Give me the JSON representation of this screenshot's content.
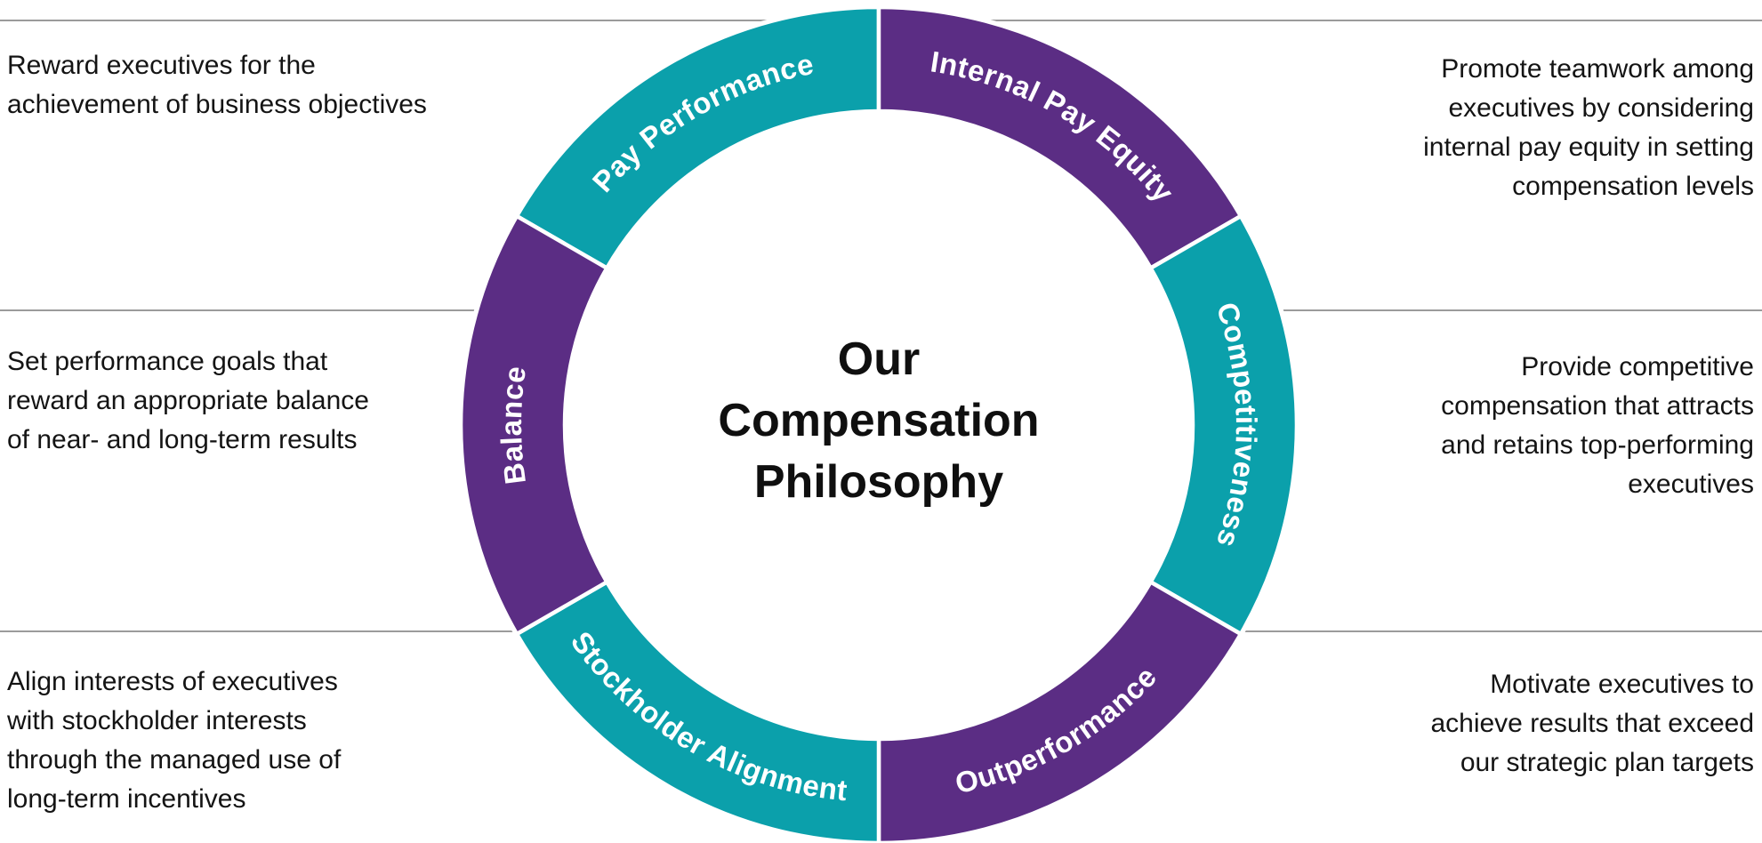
{
  "diagram": {
    "title": "Our\nCompensation\nPhilosophy",
    "colors": {
      "teal": "#0ba0ab",
      "purple": "#5b2d84",
      "label_text": "#ffffff",
      "body_text": "#141414",
      "divider": "#9b9b9b",
      "background": "#ffffff"
    },
    "segments": [
      {
        "id": "pay-performance",
        "label": "Pay Performance",
        "color": "#0ba0ab",
        "position": "top-left"
      },
      {
        "id": "internal-pay-equity",
        "label": "Internal Pay Equity",
        "color": "#5b2d84",
        "position": "top-right"
      },
      {
        "id": "competitiveness",
        "label": "Competitiveness",
        "color": "#0ba0ab",
        "position": "right"
      },
      {
        "id": "outperformance",
        "label": "Outperformance",
        "color": "#5b2d84",
        "position": "bottom-right"
      },
      {
        "id": "stockholder-alignment",
        "label": "Stockholder Alignment",
        "color": "#0ba0ab",
        "position": "bottom-left"
      },
      {
        "id": "balance",
        "label": "Balance",
        "color": "#5b2d84",
        "position": "left"
      }
    ],
    "descriptions": {
      "top_left": "Reward executives for the\nachievement of business objectives",
      "top_right": "Promote teamwork among\nexecutives by considering\ninternal pay equity in setting\ncompensation levels",
      "mid_left": "Set performance goals that\nreward an appropriate balance\nof near- and long-term results",
      "mid_right": "Provide competitive\ncompensation that attracts\nand retains top-performing\nexecutives",
      "bottom_left": "Align interests of executives\nwith stockholder interests\nthrough the managed use of\nlong-term incentives",
      "bottom_right": "Motivate executives to\nachieve results that exceed\nour strategic plan targets"
    }
  }
}
